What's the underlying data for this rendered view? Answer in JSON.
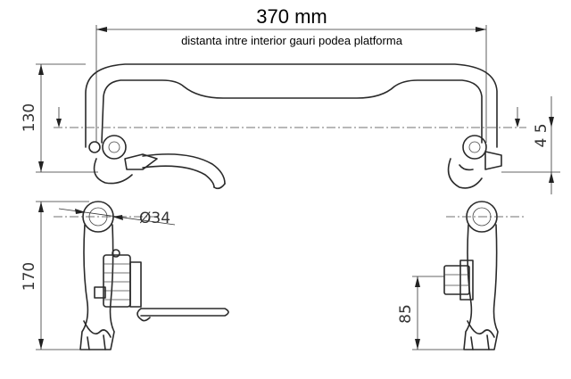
{
  "title": "370 mm",
  "subtitle": "distanta intre interior gauri podea platforma",
  "dims": {
    "height_top": "130",
    "offset_right": "4 5",
    "diameter": "Ø34",
    "height_bottom": "170",
    "height_mount": "85"
  }
}
